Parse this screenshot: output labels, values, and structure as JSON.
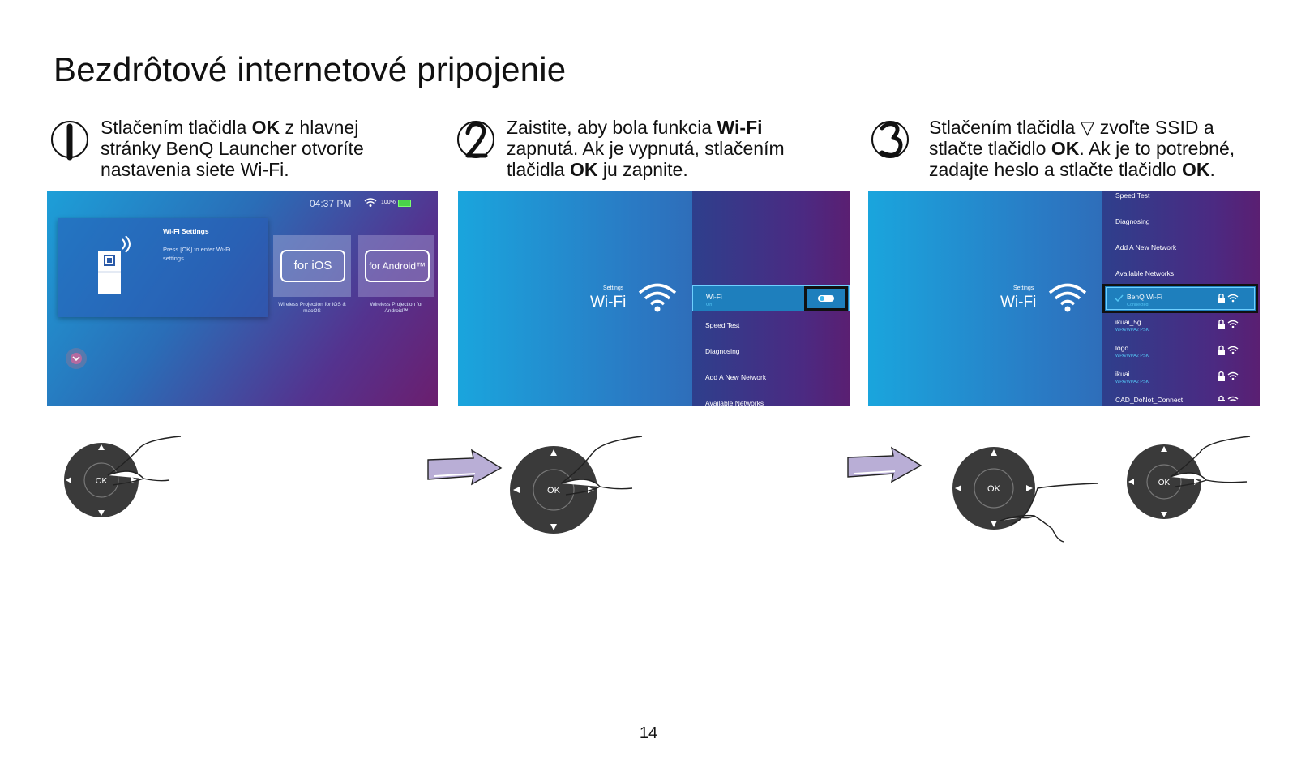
{
  "title": "Bezdrôtové internetové pripojenie",
  "steps": [
    {
      "num": "1",
      "pre": "Stlačením tlačidla ",
      "b1": "OK",
      "post": " z hlavnej",
      "line2": "stránky BenQ Launcher otvoríte",
      "line3": "nastavenia siete Wi-Fi."
    },
    {
      "num": "2",
      "pre": "Zaistite, aby bola funkcia ",
      "b1": "Wi-Fi",
      "line2": "zapnutá. Ak je vypnutá, stlačením",
      "line3pre": "tlačidla ",
      "b2": "OK",
      "line3post": " ju zapnite."
    },
    {
      "num": "3",
      "pre": "Stlačením tlačidla ▽ zvoľte SSID a",
      "line2pre": "stlačte tlačidlo ",
      "b1": "OK",
      "line2post": ". Ak je to potrebné,",
      "line3pre": "zadajte heslo a stlačte tlačidlo ",
      "b2": "OK",
      "line3post": "."
    }
  ],
  "screen1": {
    "time": "04:37 PM",
    "battery": "100%",
    "wifi_title": "Wi-Fi Settings",
    "wifi_desc1": "Press [OK] to enter Wi-Fi",
    "wifi_desc2": "settings",
    "ios_label": "for iOS",
    "android_label": "for Android™",
    "ios_caption1": "Wireless Projection for iOS &",
    "ios_caption2": "macOS",
    "android_caption1": "Wireless Projection for",
    "android_caption2": "Android™"
  },
  "screen2": {
    "settings": "Settings",
    "wifi": "Wi-Fi",
    "items": [
      {
        "label": "Wi-Fi",
        "sub": "On"
      },
      {
        "label": "Speed Test"
      },
      {
        "label": "Diagnosing"
      },
      {
        "label": "Add A New Network"
      },
      {
        "label": "Available Networks"
      }
    ]
  },
  "screen3": {
    "settings": "Settings",
    "wifi": "Wi-Fi",
    "items": [
      {
        "label": "Speed Test"
      },
      {
        "label": "Diagnosing"
      },
      {
        "label": "Add A New Network"
      },
      {
        "label": "Available Networks"
      }
    ],
    "networks": [
      {
        "name": "BenQ Wi-Fi",
        "sub": "Connected"
      },
      {
        "name": "ikuai_5g",
        "sub": "WPA/WPA2 PSK"
      },
      {
        "name": "logo",
        "sub": "WPA/WPA2 PSK"
      },
      {
        "name": "ikuai",
        "sub": "WPA/WPA2 PSK"
      },
      {
        "name": "CAD_DoNot_Connect"
      }
    ]
  },
  "remote": {
    "ok": "OK"
  },
  "colors": {
    "accent": "#54c6f5",
    "arrow": "#b9aed6",
    "remote": "#3a3a3a"
  },
  "page_number": "14"
}
